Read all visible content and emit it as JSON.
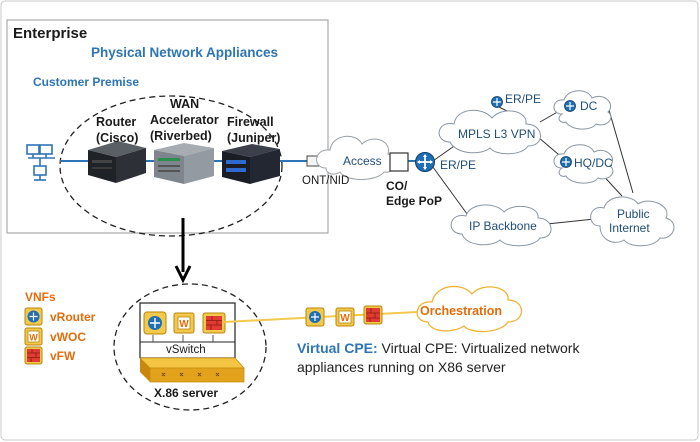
{
  "enterprise": {
    "title": "Enterprise",
    "physical_label": "Physical Network Appliances",
    "customer_premise": "Customer Premise",
    "router": {
      "name": "Router",
      "vendor": "(Cisco)"
    },
    "wan": {
      "name1": "WAN",
      "name2": "Accelerator",
      "vendor": "(Riverbed)"
    },
    "firewall": {
      "name": "Firewall",
      "vendor": "(Juniper)"
    }
  },
  "network": {
    "access": "Access",
    "ont_nid": "ONT/NID",
    "co_line1": "CO/",
    "co_line2": "Edge PoP",
    "er_pe_main": "ER/PE",
    "er_pe_top": "ER/PE",
    "mpls": "MPLS L3 VPN",
    "dc": "DC",
    "hq_dc": "HQ/DC",
    "ip_backbone": "IP Backbone",
    "public_internet_1": "Public",
    "public_internet_2": "Internet"
  },
  "vnfs": {
    "title": "VNFs",
    "items": [
      {
        "label": "vRouter",
        "icon": "router-icon"
      },
      {
        "label": "vWOC",
        "icon": "woc-icon"
      },
      {
        "label": "vFW",
        "icon": "firewall-icon"
      }
    ]
  },
  "server": {
    "vswitch": "vSwitch",
    "x86": "X.86 server"
  },
  "orchestration": "Orchestration",
  "virtual_cpe": {
    "heading": "Virtual CPE:",
    "text1": " Virtual CPE: Virtualized network",
    "text2": "appliances running on X86 server"
  },
  "colors": {
    "accent_blue": "#2e75b6",
    "orange": "#e46c0a",
    "router_blue": "#1f6fb5",
    "woc_yellow": "#f2c94c",
    "fw_red": "#e03c31"
  }
}
